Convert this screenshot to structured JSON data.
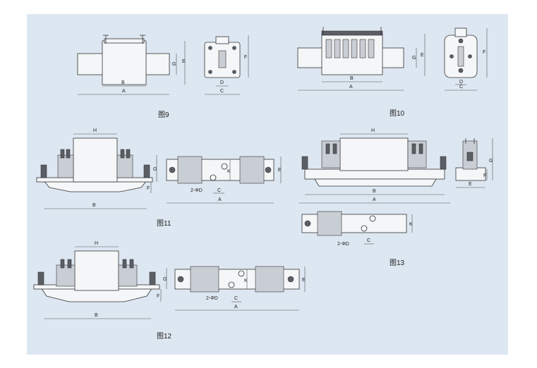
{
  "captions": {
    "fig9": "图9",
    "fig10": "图10",
    "fig11": "图11",
    "fig12": "图12",
    "fig13": "图13"
  },
  "dims": {
    "A": "A",
    "B": "B",
    "C": "C",
    "D": "D",
    "E": "E",
    "F": "F",
    "G": "G",
    "H": "H",
    "K": "K",
    "hole": "2-ΦD"
  }
}
